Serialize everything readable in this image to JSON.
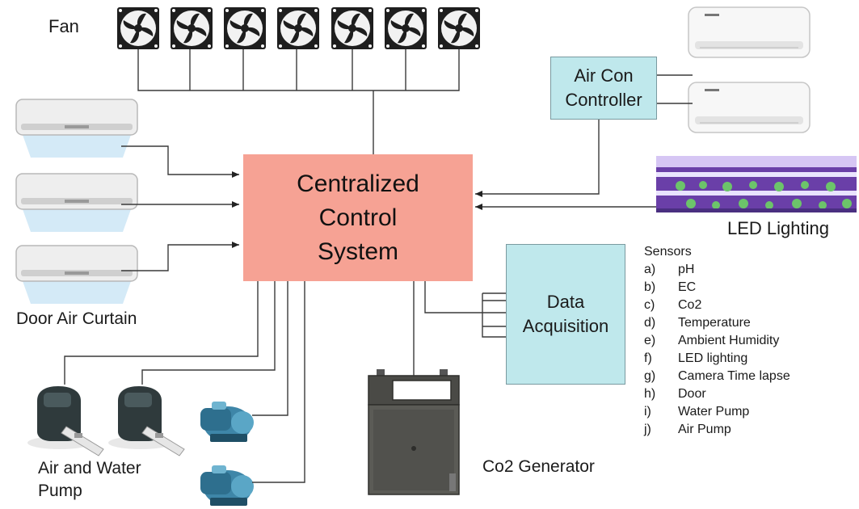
{
  "labels": {
    "fan": "Fan",
    "door_air_curtain": "Door Air Curtain",
    "air_water_pump_1": "Air and Water",
    "air_water_pump_2": "Pump",
    "co2_generator": "Co2 Generator",
    "led_lighting": "LED Lighting"
  },
  "boxes": {
    "central": [
      "Centralized",
      "Control",
      "System"
    ],
    "aircon": [
      "Air Con",
      "Controller"
    ],
    "daq": [
      "Data",
      "Acquisition"
    ]
  },
  "sensors": {
    "title": "Sensors",
    "items": [
      {
        "key": "a)",
        "label": "pH"
      },
      {
        "key": "b)",
        "label": "EC"
      },
      {
        "key": "c)",
        "label": "Co2"
      },
      {
        "key": "d)",
        "label": "Temperature"
      },
      {
        "key": "e)",
        "label": "Ambient Humidity"
      },
      {
        "key": "f)",
        "label": "LED lighting"
      },
      {
        "key": "g)",
        "label": "Camera Time lapse"
      },
      {
        "key": "h)",
        "label": "Door"
      },
      {
        "key": "i)",
        "label": "Water Pump"
      },
      {
        "key": "j)",
        "label": "Air Pump"
      }
    ]
  },
  "colors": {
    "central_fill": "#f6a294",
    "controller_fill": "#bfe8ec",
    "line": "#3a3a3a"
  }
}
